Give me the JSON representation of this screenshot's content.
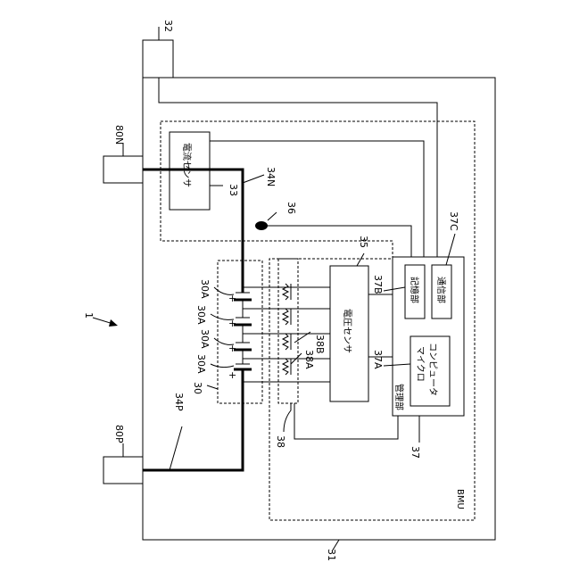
{
  "labels": {
    "ref_32": "32",
    "ref_80N": "80N",
    "ref_80P": "80P",
    "ref_34N": "34N",
    "ref_34P": "34P",
    "ref_33": "33",
    "ref_36": "36",
    "ref_35": "35",
    "ref_37C": "37C",
    "ref_37B": "37B",
    "ref_37A": "37A",
    "ref_37": "37",
    "ref_38": "38",
    "ref_38A": "38A",
    "ref_38B": "38B",
    "ref_30": "30",
    "ref_30A": "30A",
    "ref_31": "31",
    "ref_1": "1",
    "current_sensor": "電流センサ",
    "voltage_sensor": "電圧センサ",
    "storage_unit": "記憶部",
    "comm_unit": "通信部",
    "microcomputer_1": "マイクロ",
    "microcomputer_2": "コンピュータ",
    "management_unit": "管理部",
    "bmu": "BMU",
    "plus": "+"
  }
}
